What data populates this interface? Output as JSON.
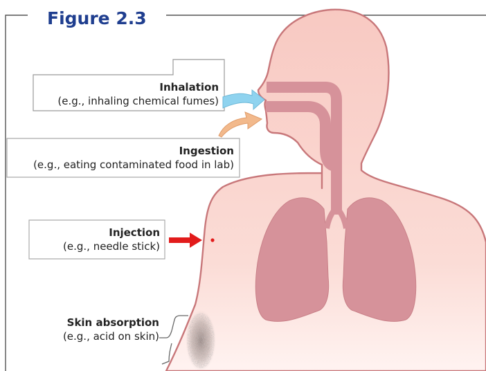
{
  "figure": {
    "title": "Figure 2.3"
  },
  "routes": {
    "inhalation": {
      "title": "Inhalation",
      "example": "(e.g., inhaling chemical fumes)",
      "arrow_color": "#8fd3ef"
    },
    "ingestion": {
      "title": "Ingestion",
      "example": "(e.g., eating contaminated food in lab)",
      "arrow_color": "#f2b98c"
    },
    "injection": {
      "title": "Injection",
      "example": "(e.g., needle stick)",
      "arrow_color": "#e21b1b"
    },
    "skin_absorption": {
      "title": "Skin absorption",
      "example": "(e.g., acid on skin)"
    }
  },
  "colors": {
    "title": "#1f3e8f",
    "body_fill": "#f9d3cd",
    "body_outline": "#c8777a",
    "organ": "#d6929a",
    "frame": "#555555"
  }
}
